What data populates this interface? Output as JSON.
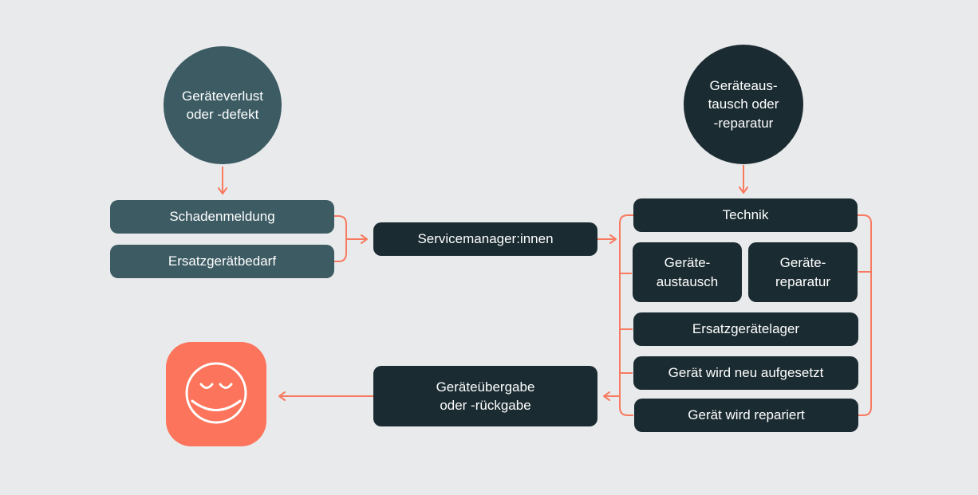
{
  "colors": {
    "background": "#E9EAEC",
    "teal": "#3C5B63",
    "dark": "#1A2B31",
    "orange": "#F87A60",
    "coral": "#FC745B",
    "text": "#FFFFFF"
  },
  "nodes": {
    "geraeteverlust": "Geräteverlust\noder -defekt",
    "geraeteaustausch_start": "Geräteaus-\ntausch oder\n-reparatur",
    "schadenmeldung": "Schadenmeldung",
    "ersatzgeraetbedarf": "Ersatzgerätbedarf",
    "servicemanager": "Servicemanager:innen",
    "technik": "Technik",
    "geraete_austausch": "Geräte-\naustausch",
    "geraete_reparatur": "Geräte-\nreparatur",
    "ersatzgeraetelager": "Ersatzgerätelager",
    "geraet_neu_aufgesetzt": "Gerät wird neu aufgesetzt",
    "geraet_repariert": "Gerät wird repariert",
    "geraeteuebergabe": "Geräteübergabe\noder -rückgabe"
  },
  "icons": {
    "end_state": "happy-face-icon"
  },
  "edges": [
    {
      "from": "Geräteverlust oder -defekt",
      "to": "Schadenmeldung",
      "arrow": true
    },
    {
      "from": "Schadenmeldung / Ersatzgerätbedarf",
      "to": "Servicemanager:innen",
      "arrow": true
    },
    {
      "from": "Servicemanager:innen",
      "to": "Technik-Gruppe",
      "arrow": true
    },
    {
      "from": "Geräteaustausch oder -reparatur",
      "to": "Technik",
      "arrow": true
    },
    {
      "from": "Technik-Gruppe",
      "to": "Geräte-austausch / Geräte-reparatur / Ersatzgerätelager / Gerät wird neu aufgesetzt / Gerät wird repariert",
      "arrow": false
    },
    {
      "from": "Technik-Gruppe",
      "to": "Geräteübergabe oder -rückgabe",
      "arrow": true
    },
    {
      "from": "Geräteübergabe oder -rückgabe",
      "to": "Zufriedene:r Nutzer:in (Smiley)",
      "arrow": true
    }
  ]
}
